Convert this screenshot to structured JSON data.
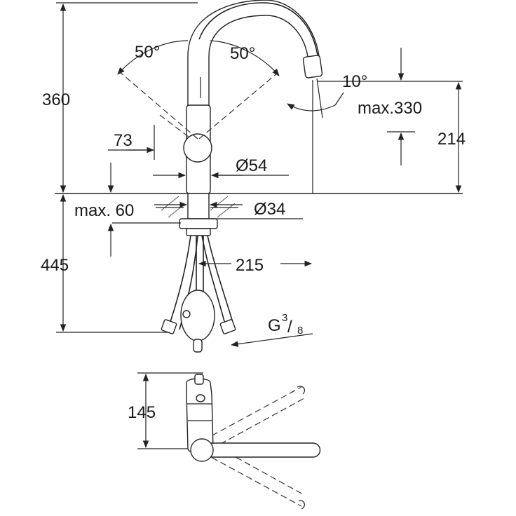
{
  "labels": {
    "angle_left": "50°",
    "angle_right": "50°",
    "angle_spout": "10°",
    "height_total": "360",
    "reach_height": "max.330",
    "spout_height": "214",
    "handle_offset": "73",
    "body_diameter": "Ø54",
    "hole_diameter": "Ø34",
    "deck_thickness": "max. 60",
    "below_deck": "445",
    "spout_reach": "215",
    "connection": "G",
    "connection_num": "3",
    "connection_den": "8",
    "handle_depth": "145"
  }
}
